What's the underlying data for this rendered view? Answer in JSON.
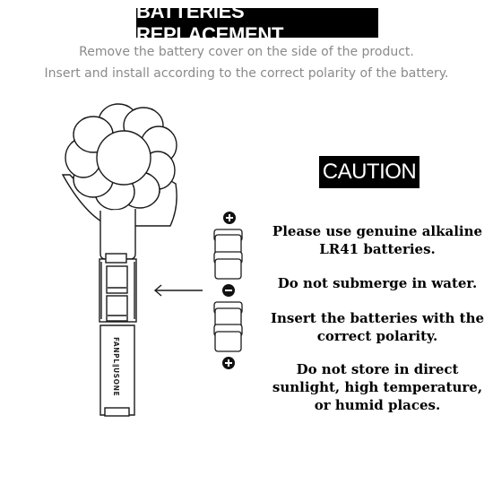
{
  "title": "BATTERIES REPLACEMENT",
  "instructions": [
    "Remove the battery cover on the side of the product.",
    "Insert and install according to the correct polarity of the battery."
  ],
  "caution": {
    "heading": "CAUTION",
    "notes": [
      "Please use genuine alkaline LR41 batteries.",
      "Do not submerge in water.",
      "Insert the batteries with the correct polarity.",
      "Do not store in direct sunlight, high temperature, or humid places."
    ]
  },
  "product": {
    "brand_text": "FANPL∥USONE"
  },
  "icons": [
    "plus-icon",
    "minus-icon",
    "arrow-left-icon"
  ]
}
